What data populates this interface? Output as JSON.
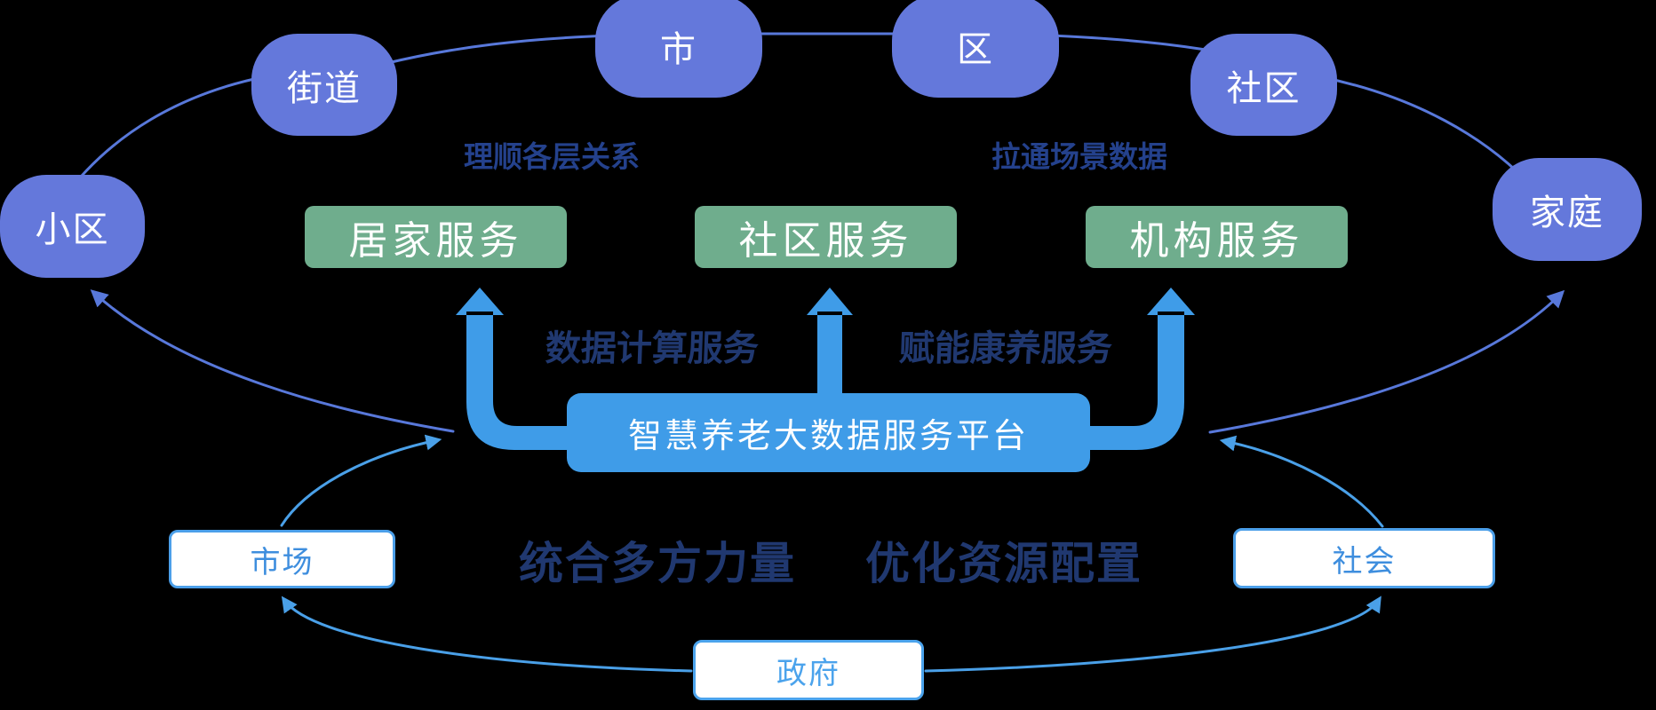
{
  "bubbles": {
    "xiaoqu": "小区",
    "jiedao": "街道",
    "shi": "市",
    "qu": "区",
    "shequ": "社区",
    "jiating": "家庭"
  },
  "section_labels": {
    "left": "理顺各层关系",
    "right": "拉通场景数据"
  },
  "service_boxes": {
    "home": "居家服务",
    "community": "社区服务",
    "institution": "机构服务"
  },
  "arrow_labels": {
    "left": "数据计算服务",
    "right": "赋能康养服务"
  },
  "platform": {
    "label": "智慧养老大数据服务平台"
  },
  "motto": {
    "left": "统合多方力量",
    "right": "优化资源配置"
  },
  "stakeholders": {
    "market": "市场",
    "society": "社会",
    "government": "政府"
  },
  "colors": {
    "background": "#000000",
    "bubble_fill": "#6478DB",
    "green_fill": "#6FAD8D",
    "platform_blue": "#3F9CE8",
    "navy_text": "#203870",
    "label_navy": "#24418C",
    "connector_violet": "#5878DA",
    "connector_blue": "#4AA0E8",
    "white_box_border": "#4B9FE9",
    "white_box_text": "#3E8EDE",
    "government_text": "#4BA3EC"
  }
}
